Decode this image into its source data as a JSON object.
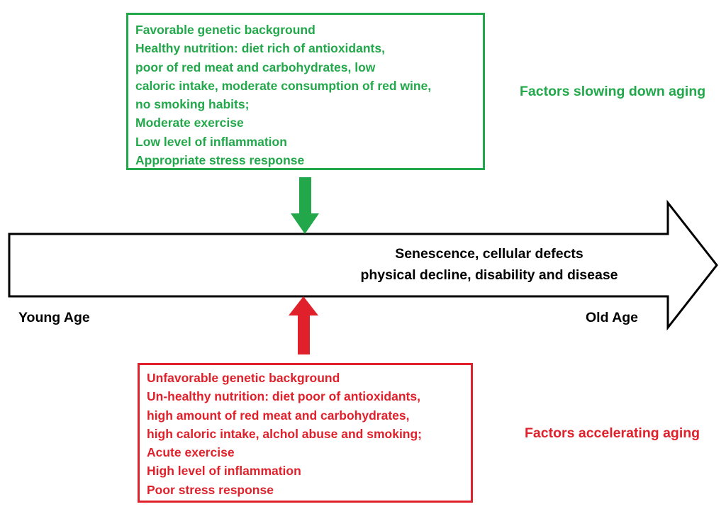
{
  "colors": {
    "slowing": "#22a84a",
    "accelerating": "#e0202a",
    "timeline": "#000000"
  },
  "slowing_box": {
    "lines": [
      "Favorable genetic background",
      "Healthy nutrition: diet rich of antioxidants,",
      "poor of red meat and carbohydrates, low",
      "caloric intake, moderate consumption of red wine,",
      "no smoking habits;",
      "Moderate exercise",
      "Low level of inflammation",
      "Appropriate stress response"
    ],
    "label": "Factors slowing down aging"
  },
  "timeline": {
    "center_line_1": "Senescence, cellular defects",
    "center_line_2": "physical decline, disability and disease",
    "start_label": "Young Age",
    "end_label": "Old Age"
  },
  "accelerating_box": {
    "lines": [
      "Unfavorable genetic background",
      "Un-healthy nutrition: diet poor of antioxidants,",
      "high amount of red meat and carbohydrates,",
      "high caloric intake, alchol abuse and smoking;",
      "Acute exercise",
      "High level of inflammation",
      "Poor stress response"
    ],
    "label": "Factors accelerating aging"
  },
  "icons": {
    "down_arrow": "green-down-arrow-icon",
    "up_arrow": "red-up-arrow-icon",
    "timeline_arrow": "timeline-arrow-icon"
  }
}
